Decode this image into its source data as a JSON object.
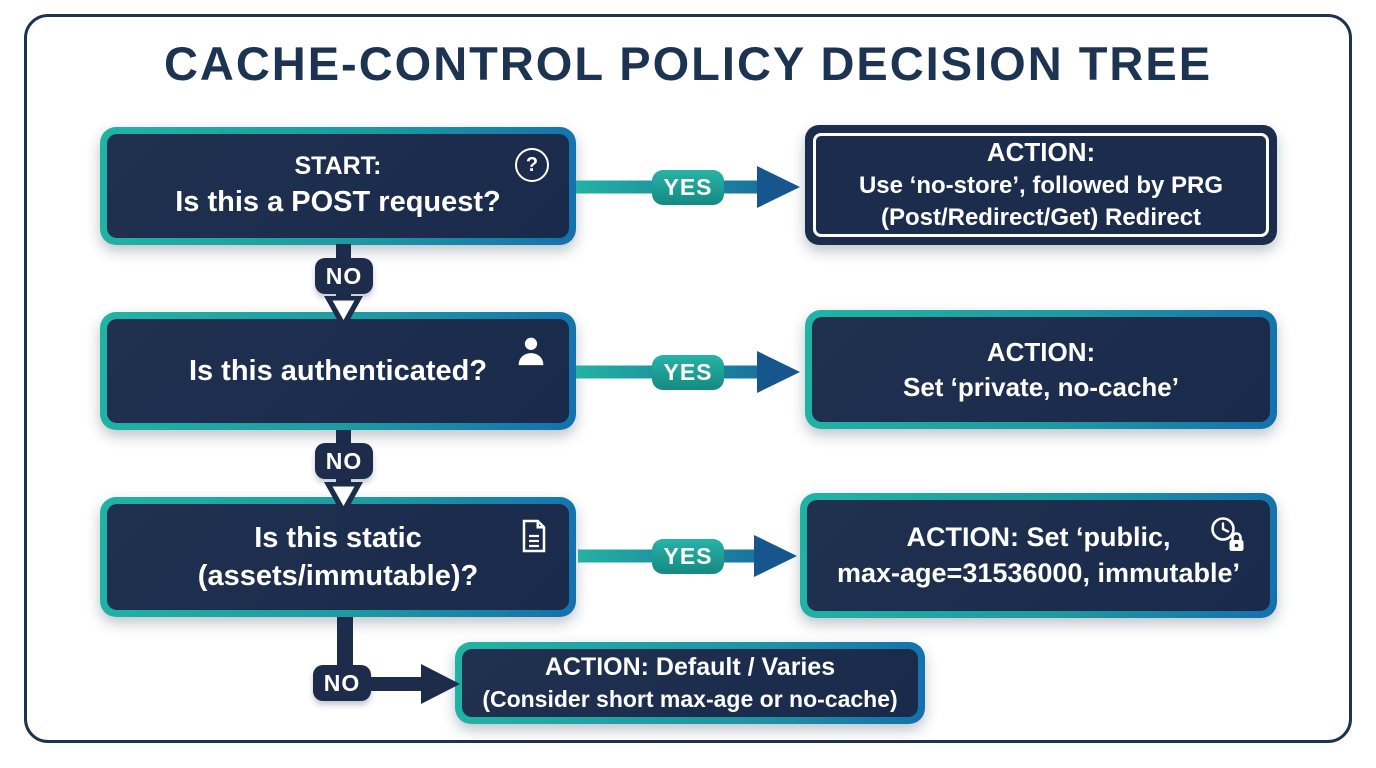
{
  "title": "CACHE-CONTROL POLICY DECISION TREE",
  "labels": {
    "yes": "YES",
    "no": "NO"
  },
  "boxes": {
    "q1": {
      "prefix": "START:",
      "question": "Is this a POST request?",
      "icon": "question-mark-icon"
    },
    "a1": {
      "prefix": "ACTION:",
      "line1": "Use ‘no-store’, followed by PRG",
      "line2": "(Post/Redirect/Get) Redirect"
    },
    "q2": {
      "question": "Is this authenticated?",
      "icon": "person-icon"
    },
    "a2": {
      "prefix": "ACTION:",
      "line1": "Set ‘private, no-cache’"
    },
    "q3": {
      "line1": "Is this static",
      "line2": "(assets/immutable)?",
      "icon": "document-icon"
    },
    "a3": {
      "prefix": "ACTION:",
      "line1": "Set ‘public,",
      "line2": "max-age=31536000, immutable’",
      "icon": "clock-lock-icon"
    },
    "a4": {
      "prefix": "ACTION:",
      "line1": "Default / Varies",
      "line2": "(Consider short max-age or no-cache)"
    }
  },
  "icons": {
    "q1": "?",
    "colors_note": "icon glyphs drawn as SVG"
  },
  "colors": {
    "teal": "#20b4a4",
    "blue": "#1470ad",
    "navy_fill": "#1c2c4d",
    "frame": "#1d3352",
    "arrow_dark": "#1d2c4b",
    "arrowhead_blue": "#16568c"
  }
}
